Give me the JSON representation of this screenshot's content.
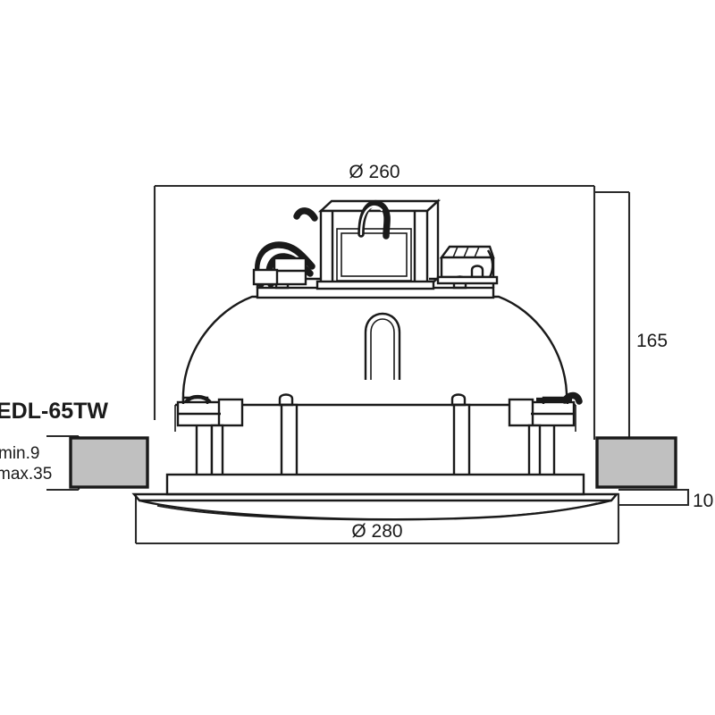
{
  "drawing": {
    "title_label": "EDL-65TW",
    "dimensions": {
      "top_diameter": "Ø 260",
      "bottom_diameter": "Ø 280",
      "height": "165",
      "bezel_thickness": "10",
      "ceiling_min": "min.9",
      "ceiling_max": "max.35"
    },
    "colors": {
      "line": "#1a1a1a",
      "dimension_line": "#2b2b2b",
      "ceiling_fill": "#c0c0c0",
      "background": "#ffffff"
    },
    "parts": {
      "dome": "speaker-dome-housing",
      "transformer": "transformer-block",
      "handle": "wire-handle-loop",
      "bezel": "ceiling-bezel-rim",
      "clamps": "spring-mounting-clamps",
      "cables": "connection-cables"
    }
  }
}
